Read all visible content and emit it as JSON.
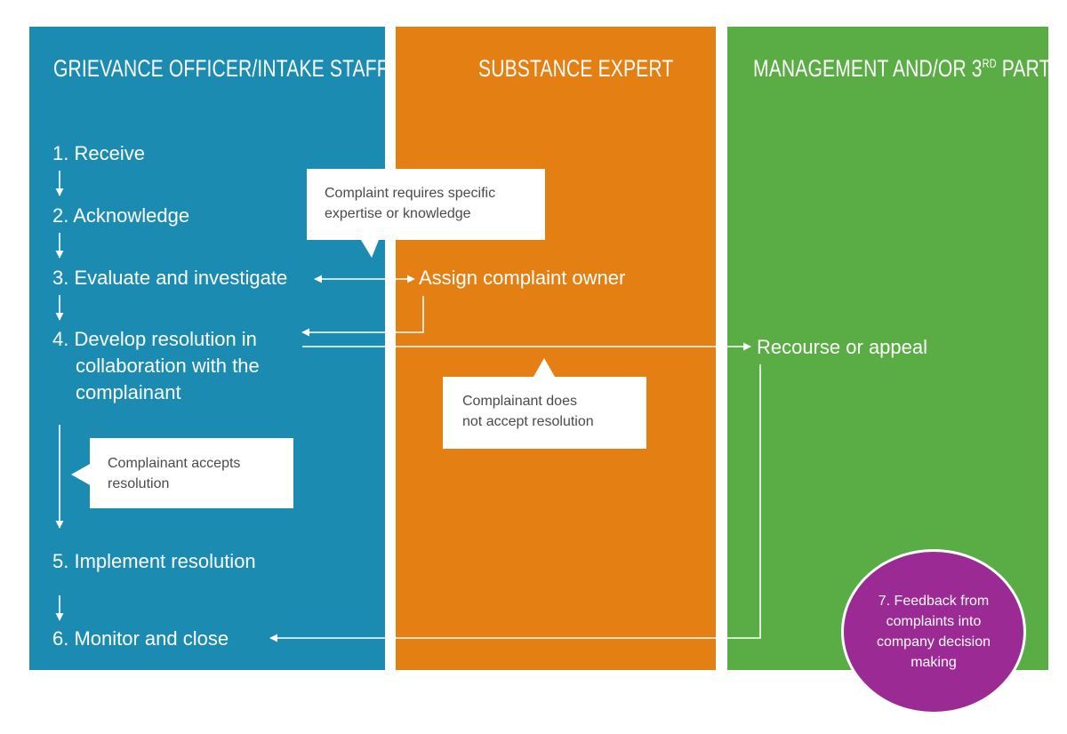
{
  "lanes": {
    "grievance": {
      "title": "GRIEVANCE OFFICER/INTAKE STAFF",
      "color": "#1b8bb2"
    },
    "expert": {
      "title": "SUBSTANCE EXPERT",
      "color": "#e47f13"
    },
    "management": {
      "title_main": "MANAGEMENT AND/OR 3",
      "title_sup": "RD",
      "title_end": " PARTY",
      "color": "#5aac44"
    }
  },
  "steps": {
    "receive": "1. Receive",
    "acknowledge": "2. Acknowledge",
    "evaluate": "3. Evaluate and investigate",
    "develop_1": "4. Develop resolution in",
    "develop_2": "collaboration with the",
    "develop_3": "complainant",
    "implement": "5. Implement resolution",
    "monitor": "6. Monitor and close",
    "assign_owner": "Assign complaint owner",
    "recourse": "Recourse or appeal"
  },
  "callouts": {
    "expertise_1": "Complaint requires specific",
    "expertise_2": "expertise or knowledge",
    "not_accept_1": "Complainant does",
    "not_accept_2": "not accept resolution",
    "accepts_1": "Complainant accepts",
    "accepts_2": "resolution"
  },
  "feedback": "7. Feedback from complaints into company decision making",
  "colors": {
    "circle": "#9b2a94",
    "connector": "#ffffff"
  }
}
